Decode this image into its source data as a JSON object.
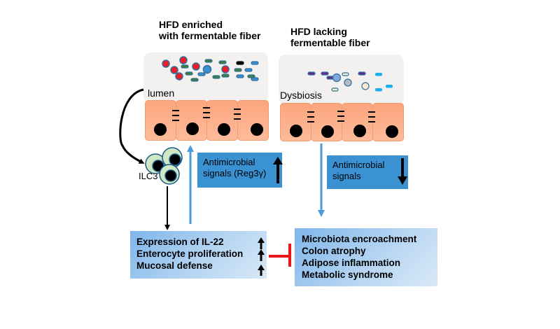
{
  "left_panel": {
    "title_line1": "HFD enriched",
    "title_line2": "with fermentable fiber",
    "lumen_label": "lumen",
    "cell_type_label": "ILC3",
    "signal_box": {
      "line1": "Antimicrobial",
      "line2": "signals (Reg3γ)",
      "direction": "up-arrow-icon"
    },
    "outcome_box": {
      "items": [
        {
          "label": "Expression of IL-22",
          "direction": "up-arrow-icon"
        },
        {
          "label": "Enterocyte proliferation",
          "direction": "up-arrow-icon"
        },
        {
          "label": "Mucosal defense",
          "direction": "up-arrow-icon"
        }
      ]
    }
  },
  "right_panel": {
    "title_line1": "HFD lacking",
    "title_line2": "fermentable fiber",
    "lumen_label": "Dysbiosis",
    "signal_box": {
      "line1": "Antimicrobial",
      "line2": "signals",
      "direction": "down-arrow-icon"
    },
    "outcome_box": {
      "items": [
        {
          "label": "Microbiota encroachment"
        },
        {
          "label": "Colon atrophy"
        },
        {
          "label": "Adipose inflammation"
        },
        {
          "label": "Metabolic syndrome"
        }
      ]
    }
  },
  "colors": {
    "lumen_bg": "#f2f1f0",
    "epithelium": "#fba57e",
    "signal_box": "#3a92d3",
    "signal_arrow": "#4a9bd8",
    "inhibition": "#e8171d",
    "bacteria_red": "#ee1c25",
    "bacteria_blue": "#3a8fd0",
    "bacteria_green": "#3f7f3a",
    "bacteria_cyan": "#1bb0ee",
    "bacteria_purple": "#6b2a8c",
    "ilc3_fill": "#cfe8c3"
  }
}
